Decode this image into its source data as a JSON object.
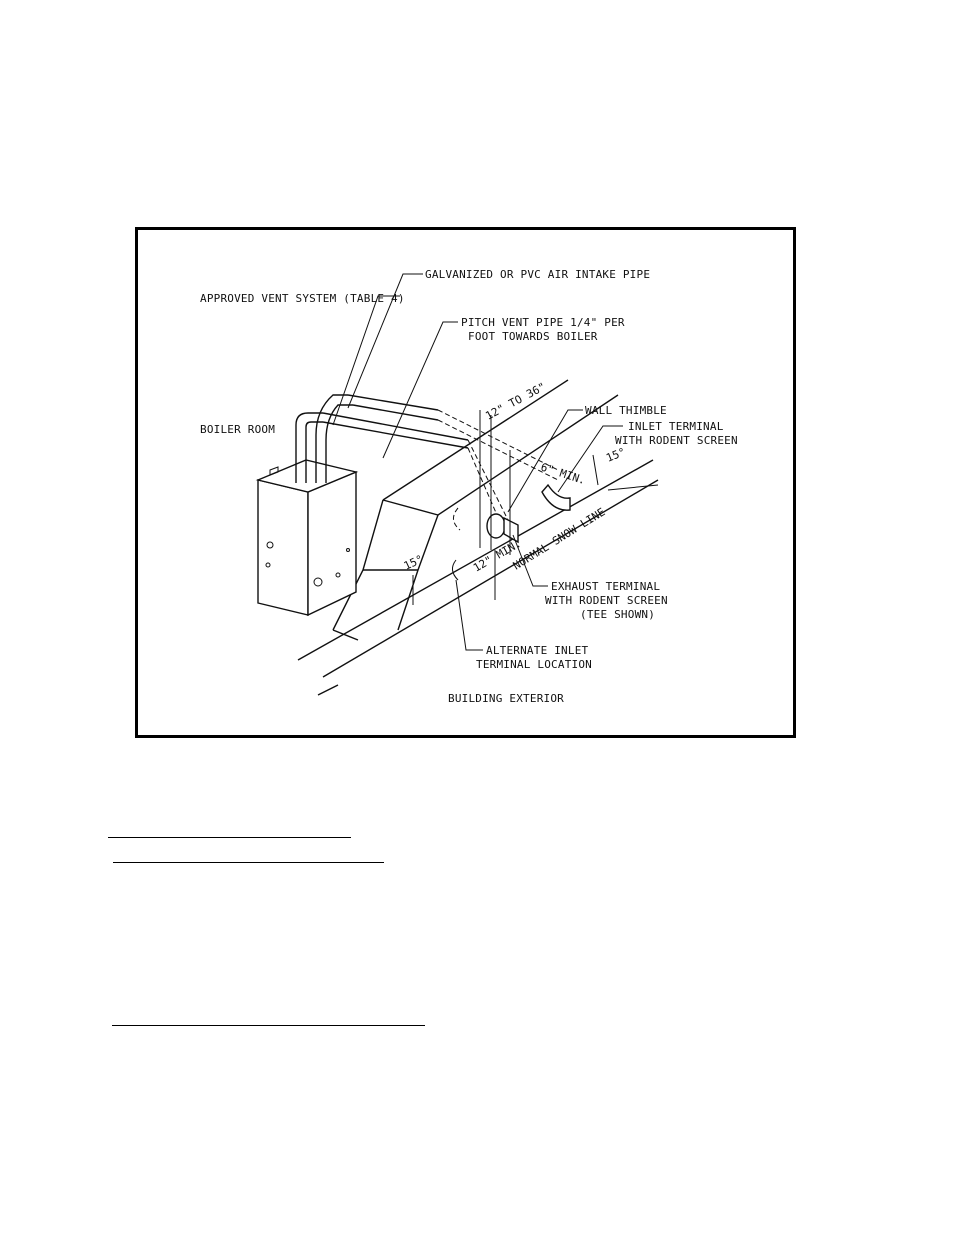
{
  "diagram": {
    "labels": {
      "approved_vent": "APPROVED VENT SYSTEM (TABLE 4)",
      "air_intake": "GALVANIZED OR PVC AIR INTAKE PIPE",
      "pitch_line1": "PITCH VENT PIPE 1/4\" PER",
      "pitch_line2": "FOOT TOWARDS BOILER",
      "boiler_room": "BOILER ROOM",
      "wall_thimble": "WALL THIMBLE",
      "inlet_line1": "INLET TERMINAL",
      "inlet_line2": "WITH RODENT SCREEN",
      "exhaust_line1": "EXHAUST TERMINAL",
      "exhaust_line2": "WITH RODENT SCREEN",
      "exhaust_line3": "(TEE SHOWN)",
      "alternate_line1": "ALTERNATE INLET",
      "alternate_line2": "TERMINAL LOCATION",
      "building_exterior": "BUILDING EXTERIOR",
      "snow_line": "NORMAL SNOW LINE",
      "dim_12_36": "12\" TO 36\"",
      "dim_6_min": "6\" MIN.",
      "dim_12_min": "12\" MIN.",
      "angle_right": "15°",
      "angle_left": "15°"
    }
  }
}
